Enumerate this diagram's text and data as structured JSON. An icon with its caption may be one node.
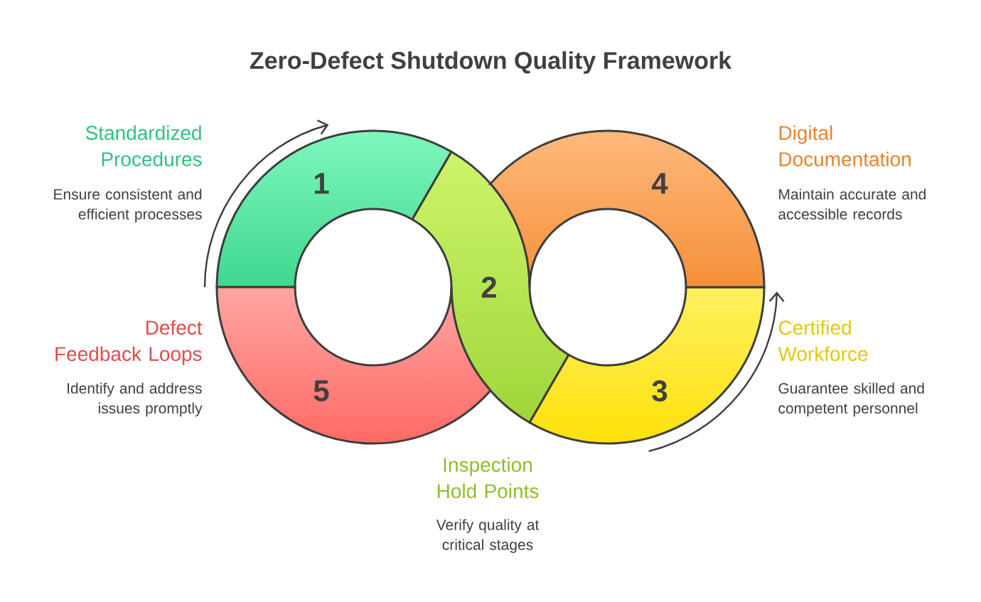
{
  "diagram": {
    "title": "Zero-Defect Shutdown Quality Framework",
    "nodes": [
      {
        "text": [
          "1"
        ],
        "beside": [
          "Standardized Procedures",
          "Ensure consistent and efficient processes"
        ]
      },
      {
        "text": [
          "2"
        ],
        "beside": [
          "Inspection Hold Points",
          "Verify quality at critical stages"
        ]
      },
      {
        "text": [
          "3"
        ],
        "beside": [
          "Certified Workforce",
          "Guarantee skilled and competent personnel"
        ]
      },
      {
        "text": [
          "4"
        ],
        "beside": [
          "Digital Documentation",
          "Maintain accurate and accessible records"
        ]
      },
      {
        "text": [
          "5"
        ],
        "beside": [
          "Defect Feedback Loops",
          "Identify and address issues promptly"
        ]
      }
    ],
    "edges": []
  }
}
